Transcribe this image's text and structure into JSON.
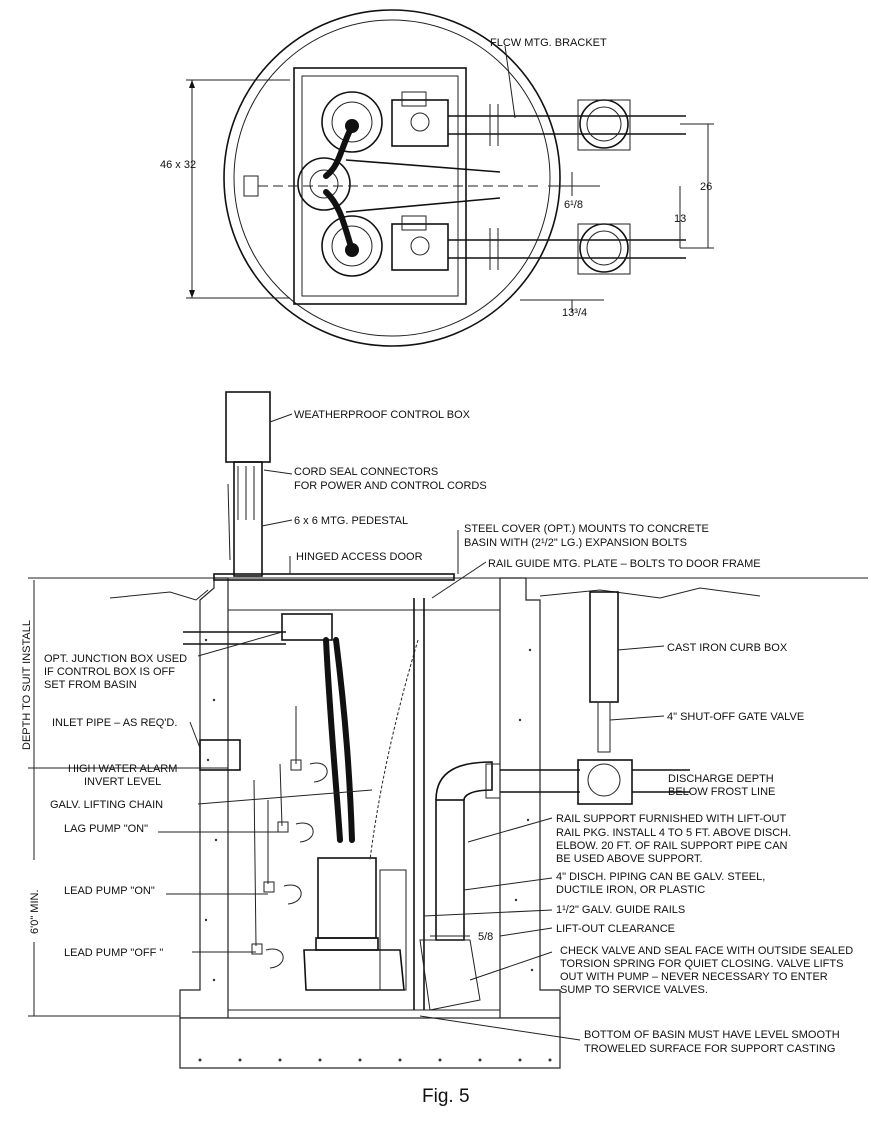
{
  "plan_view": {
    "flcw_bracket": "FLCW MTG. BRACKET",
    "dim_46x32": "46 x 32",
    "dim_26": "26",
    "dim_13": "13",
    "dim_6_1_8": "6¹/8",
    "dim_13_3_4": "13³/4"
  },
  "section_view": {
    "labels": {
      "control_box": "WEATHERPROOF CONTROL BOX",
      "cord_seal_1": "CORD SEAL CONNECTORS",
      "cord_seal_2": "FOR POWER AND CONTROL CORDS",
      "pedestal": "6 x 6 MTG. PEDESTAL",
      "steel_cover_1": "STEEL COVER (OPT.) MOUNTS TO CONCRETE",
      "steel_cover_2": "BASIN WITH (2¹/2\" LG.) EXPANSION BOLTS",
      "hinged_door": "HINGED ACCESS DOOR",
      "rail_plate": "RAIL GUIDE MTG. PLATE – BOLTS TO DOOR FRAME",
      "curb_box": "CAST IRON CURB BOX",
      "junction_1": "OPT. JUNCTION BOX USED",
      "junction_2": "IF CONTROL BOX IS OFF",
      "junction_3": "SET FROM BASIN",
      "gate_valve": "4\" SHUT-OFF GATE VALVE",
      "inlet_pipe": "INLET PIPE – AS REQ'D.",
      "high_water_1": "HIGH WATER ALARM",
      "high_water_2": "INVERT LEVEL",
      "discharge_1": "DISCHARGE DEPTH",
      "discharge_2": "BELOW FROST LINE",
      "lifting_chain": "GALV. LIFTING CHAIN",
      "rail_support_1": "RAIL SUPPORT FURNISHED WITH LIFT-OUT",
      "rail_support_2": "RAIL PKG. INSTALL 4 TO 5 FT. ABOVE DISCH.",
      "rail_support_3": "ELBOW.  20 FT. OF RAIL SUPPORT PIPE CAN",
      "rail_support_4": "BE USED ABOVE SUPPORT.",
      "lag_on": "LAG PUMP \"ON\"",
      "disch_piping_1": "4\" DISCH. PIPING CAN BE GALV. STEEL,",
      "disch_piping_2": "DUCTILE IRON, OR PLASTIC",
      "lead_on": "LEAD PUMP \"ON\"",
      "guide_rails": "1¹/2\" GALV. GUIDE RAILS",
      "five_eighths": "5/8",
      "liftout": "LIFT-OUT CLEARANCE",
      "lead_off": "LEAD PUMP \"OFF   \"",
      "check_valve_1": "CHECK VALVE AND SEAL FACE WITH OUTSIDE SEALED",
      "check_valve_2": "TORSION SPRING FOR QUIET CLOSING.  VALVE LIFTS",
      "check_valve_3": "OUT WITH PUMP – NEVER NECESSARY TO ENTER",
      "check_valve_4": "SUMP TO SERVICE VALVES.",
      "basin_bottom_1": "BOTTOM OF BASIN MUST HAVE LEVEL SMOOTH",
      "basin_bottom_2": "TROWELED SURFACE FOR SUPPORT CASTING",
      "depth_install": "DEPTH TO SUIT INSTALL",
      "six_ft_min": "6'0\" MIN."
    }
  },
  "caption": "Fig. 5"
}
